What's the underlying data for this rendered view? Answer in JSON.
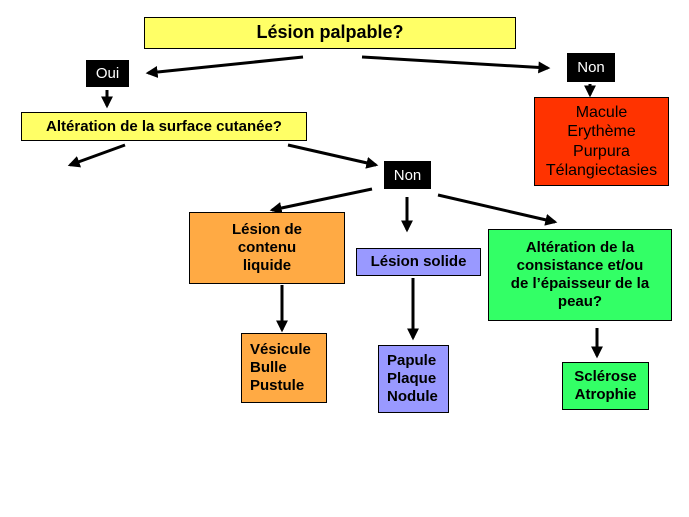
{
  "colors": {
    "yellow": "#ffff66",
    "red": "#ff3300",
    "orange": "#ffaa44",
    "lavender": "#9999ff",
    "green": "#33ff66",
    "black": "#000000"
  },
  "nodes": {
    "root": {
      "text": "Lésion palpable?"
    },
    "oui_1": {
      "text": "Oui"
    },
    "non_1": {
      "text": "Non"
    },
    "macular": {
      "lines": [
        "Macule",
        "Erythème",
        "Purpura",
        "Télangiectasies"
      ]
    },
    "surface": {
      "text": "Altération de la surface cutanée?"
    },
    "non_2": {
      "text": "Non"
    },
    "liquid": {
      "lines": [
        "Lésion de",
        "contenu",
        "liquide"
      ]
    },
    "solid": {
      "text": "Lésion solide"
    },
    "consistency": {
      "lines": [
        "Altération de la",
        "consistance et/ou",
        "de l’épaisseur de la",
        "peau?"
      ]
    },
    "liquid_result": {
      "lines": [
        "Vésicule",
        "Bulle",
        "Pustule"
      ]
    },
    "solid_result": {
      "lines": [
        "Papule",
        "Plaque",
        "Nodule"
      ]
    },
    "consistency_result": {
      "lines": [
        "Sclérose",
        "Atrophie"
      ]
    }
  }
}
